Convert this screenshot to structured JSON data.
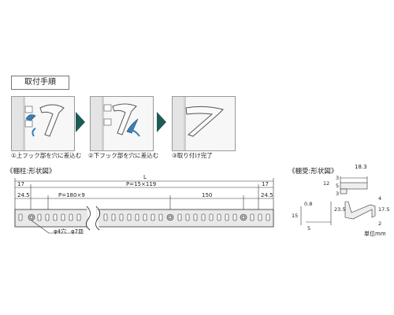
{
  "procedure": {
    "title": "取付手順",
    "steps": [
      {
        "caption": "①上フック部を穴に差込む"
      },
      {
        "caption": "②下フック部を穴に差込む"
      },
      {
        "caption": "③取り付け完了"
      }
    ]
  },
  "column_drawing": {
    "label": "《棚柱:形状図》",
    "dim_total": "L",
    "dim_end_left": "17",
    "dim_end_right": "17",
    "dim_pitch_total": "P=15×119",
    "dim_offset_left": "24.5",
    "dim_offset_right": "24.5",
    "dim_pitch_group": "P=180×9",
    "dim_150": "150",
    "hole_note_1": "φ4穴",
    "hole_note_2": "φ7皿"
  },
  "bracket_drawing": {
    "label": "《棚受:形状図》",
    "dims": {
      "d18_3": "18.3",
      "d3": "3",
      "d5": "5",
      "d12": "12",
      "d3b": "3",
      "d0_8": "0.8",
      "d15": "15",
      "d23_5": "23.5",
      "d4": "4",
      "d17_5": "17.5",
      "d2": "2",
      "d5b": "5"
    },
    "unit": "単位mm"
  },
  "colors": {
    "arrow": "#1f5b56",
    "line": "#333333",
    "hand": "#3a7fb8"
  }
}
